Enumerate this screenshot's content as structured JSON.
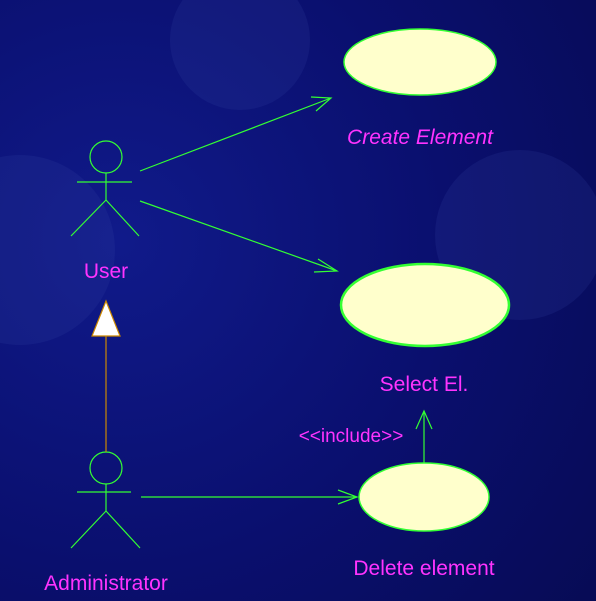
{
  "colors": {
    "background": "#0a0f6e",
    "line": "#33ff33",
    "text": "#ff33ff",
    "usecase_fill": "#ffffcc",
    "generalization_line": "#cc8800"
  },
  "actors": [
    {
      "id": "user",
      "label": "User"
    },
    {
      "id": "administrator",
      "label": "Administrator"
    }
  ],
  "use_cases": [
    {
      "id": "create",
      "label": "Create Element",
      "italic": true
    },
    {
      "id": "select",
      "label": "Select El.",
      "italic": false
    },
    {
      "id": "delete",
      "label": "Delete element",
      "italic": false
    }
  ],
  "relationships": [
    {
      "type": "association",
      "from": "user",
      "to": "create"
    },
    {
      "type": "association",
      "from": "user",
      "to": "select"
    },
    {
      "type": "association",
      "from": "administrator",
      "to": "delete"
    },
    {
      "type": "generalization",
      "from": "administrator",
      "to": "user"
    },
    {
      "type": "include",
      "from": "delete",
      "to": "select",
      "label": "<<include>>"
    }
  ]
}
